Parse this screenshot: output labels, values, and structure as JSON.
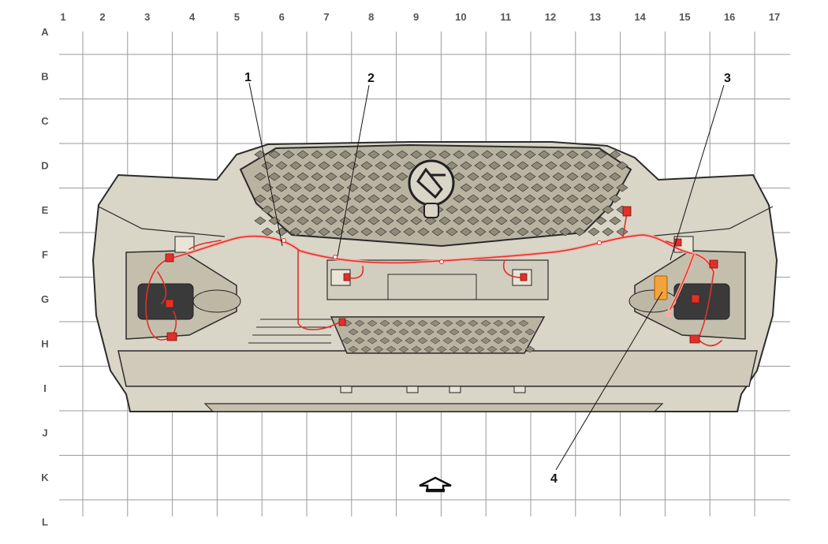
{
  "grid": {
    "columns": [
      "1",
      "2",
      "3",
      "4",
      "5",
      "6",
      "7",
      "8",
      "9",
      "10",
      "11",
      "12",
      "13",
      "14",
      "15",
      "16",
      "17"
    ],
    "rows": [
      "A",
      "B",
      "C",
      "D",
      "E",
      "F",
      "G",
      "H",
      "I",
      "J",
      "K",
      "L"
    ]
  },
  "callouts": [
    {
      "label": "1"
    },
    {
      "label": "2"
    },
    {
      "label": "3"
    },
    {
      "label": "4"
    }
  ],
  "colors": {
    "grid": "#9a9a9a",
    "bumper_fill": "#d9d5c7",
    "outline": "#2b2b2b",
    "harness": "#e0302a",
    "harness_light": "#f3b0a8",
    "module": "#f4a23a"
  },
  "icons": {
    "front_arrow": "front-direction-arrow-icon"
  }
}
